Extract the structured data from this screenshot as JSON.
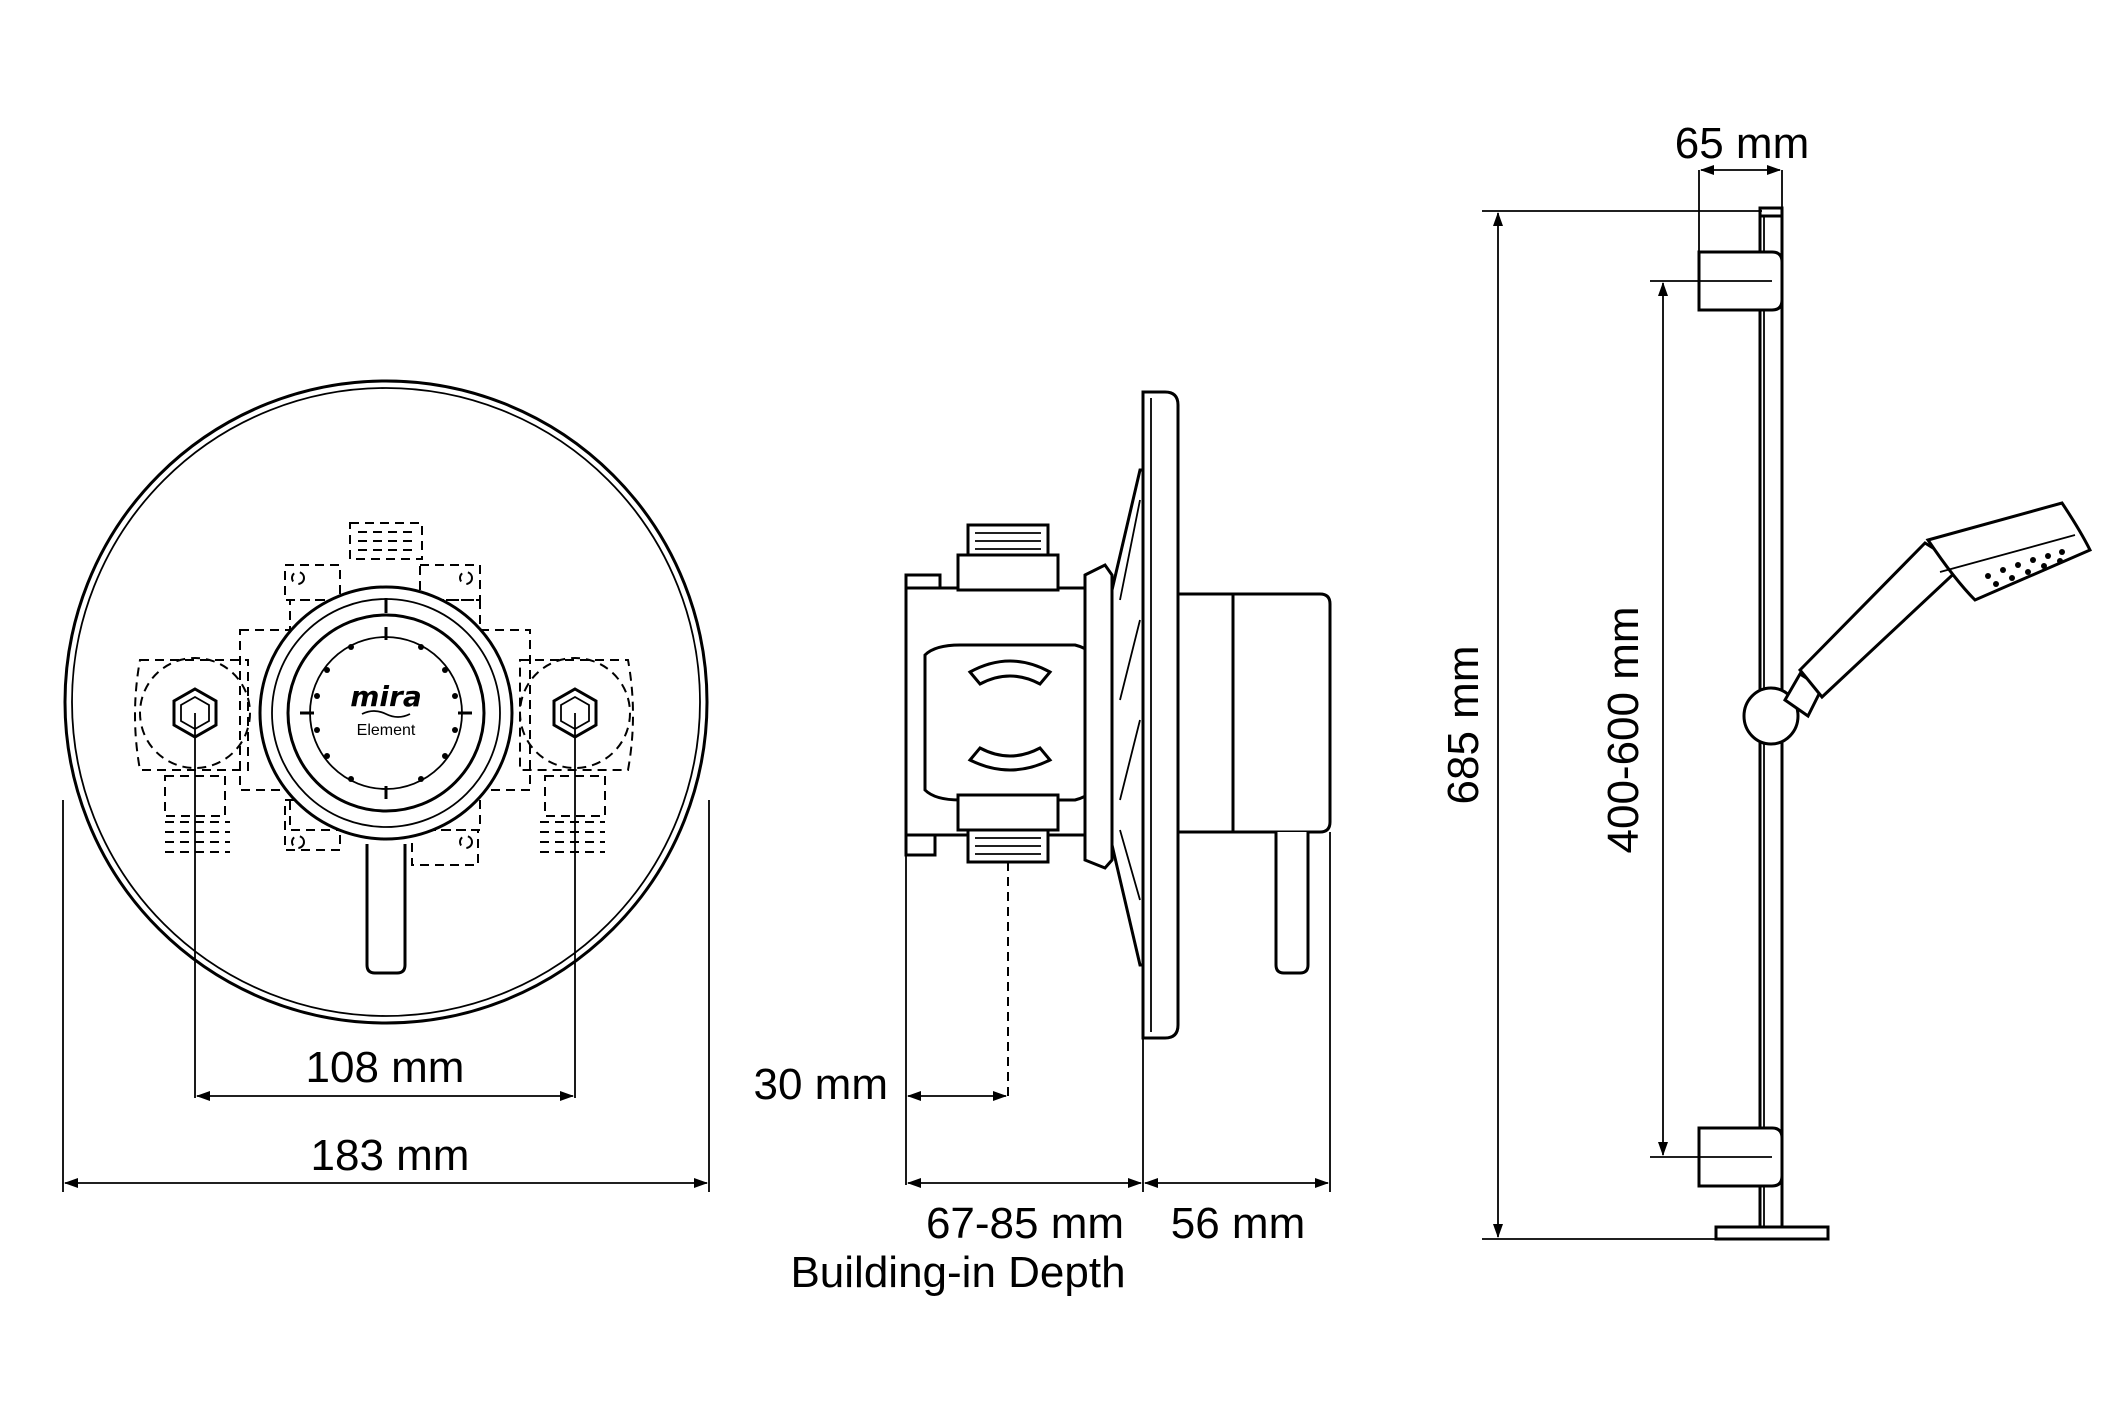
{
  "diagram": {
    "front_view": {
      "brand": "mira",
      "model": "Element",
      "dim_inlet_centres": "108 mm",
      "dim_plate_diameter": "183 mm"
    },
    "side_view": {
      "dim_outlet_offset": "30 mm",
      "dim_building_in_depth": "67-85 mm",
      "building_in_depth_label": "Building-in Depth",
      "dim_projection": "56 mm"
    },
    "rail_view": {
      "dim_bracket_depth": "65 mm",
      "dim_rail_height": "685 mm",
      "dim_bracket_centres": "400-600 mm"
    },
    "colors": {
      "line": "#000000",
      "background": "#ffffff"
    }
  }
}
